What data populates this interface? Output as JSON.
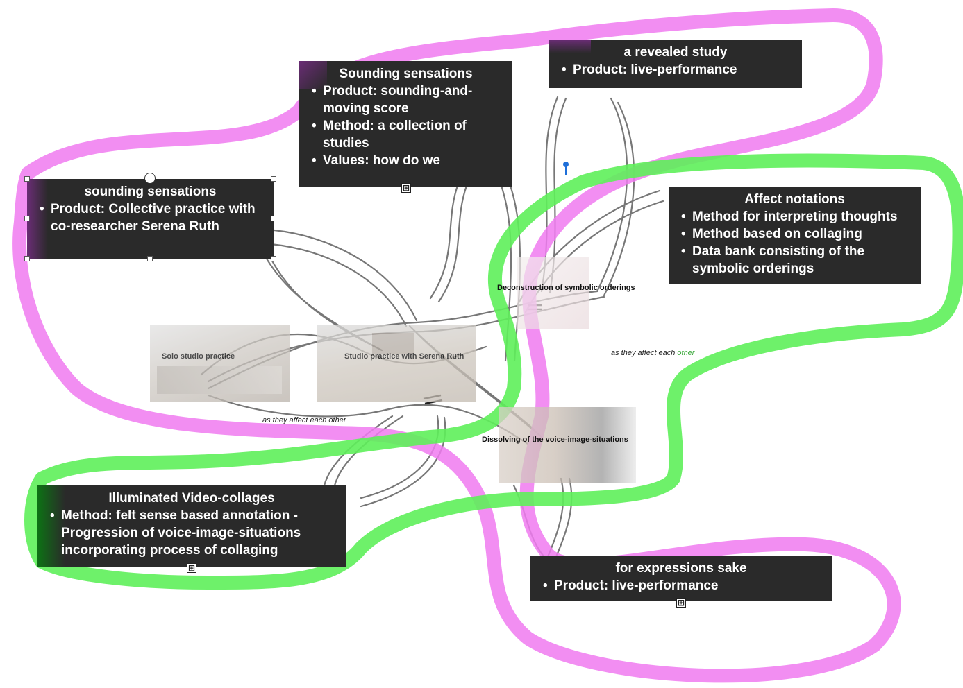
{
  "cards": {
    "sounding_sensations_small": {
      "title": "sounding sensations",
      "items": [
        "Product: Collective practice with co-researcher Serena Ruth"
      ]
    },
    "sounding_sensations_main": {
      "title": "Sounding sensations",
      "items": [
        "Product: sounding-and-moving score",
        "Method: a collection of studies",
        "Values: how do we"
      ]
    },
    "revealed_study": {
      "title": "a revealed study",
      "items": [
        "Product: live-performance"
      ]
    },
    "affect_notations": {
      "title": "Affect notations",
      "items": [
        "Method for interpreting thoughts",
        "Method based on collaging",
        "Data bank consisting of the symbolic orderings"
      ]
    },
    "illuminated": {
      "title": "Illuminated Video-collages",
      "items": [
        "Method: felt sense based annotation - Progression of voice-image-situations incorporating process of collaging"
      ]
    },
    "expressions": {
      "title": "for expressions sake",
      "items": [
        "Product: live-performance"
      ]
    }
  },
  "nodes": {
    "solo": "Solo studio practice",
    "studio_serena": "Studio practice with Serena Ruth",
    "deconstruction": "Deconstruction of symbolic orderings",
    "dissolving": "Dissolving of the voice-image-situations"
  },
  "notes": {
    "left": "as they affect each other",
    "right_a": "as they affect each ",
    "right_b": "other"
  },
  "expand_glyph": "⊞",
  "colors": {
    "card_bg": "#2a2a2a",
    "pink_highlight": "#f07af0",
    "green_highlight": "#5ef05a",
    "card_purple_corner": "#7a2d88",
    "card_green_corner": "#0a7a12",
    "pin_blue": "#1e6fd9"
  }
}
